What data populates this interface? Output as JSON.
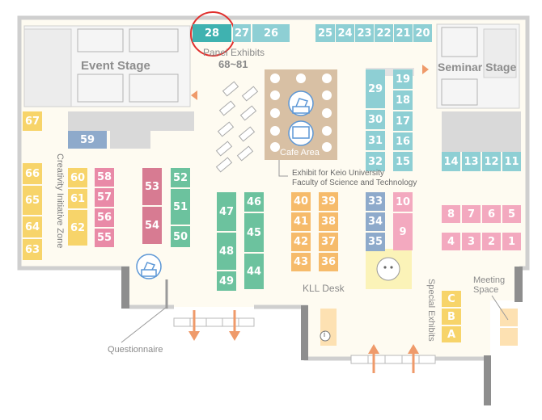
{
  "colors": {
    "teal": "#8ecfd4",
    "teal_dark": "#3fb2b0",
    "yellow": "#f7d46a",
    "orange": "#f6bb6b",
    "pink": "#e98aa7",
    "pink_light": "#f3a9bf",
    "rose": "#d77b92",
    "green": "#6cc29e",
    "blue": "#84aed3",
    "blue_gray": "#8eaacb",
    "highlight_circle": "#e0302e",
    "arrow": "#ef9a6a",
    "floor": "#fefbf1",
    "wall": "#c9c9c9"
  },
  "labels": {
    "event_stage": "Event Stage",
    "seminar_stage": "Seminar Stage",
    "panel_exhibits": "Panel Exhibits",
    "panel_range": "68~81",
    "cafe_area": "Cafe Area",
    "keio_line1": "Exhibit for Keio University",
    "keio_line2": "Faculty of Science and Technology",
    "creativity_zone": "Creativity Initiative Zone",
    "kll_desk": "KLL Desk",
    "special_exhibits": "Special Exhibits",
    "meeting_line1": "Meeting",
    "meeting_line2": "Space",
    "questionnaire": "Questionnaire",
    "info_icon_glyph": "i"
  },
  "booths": {
    "top_row": [
      "28",
      "27",
      "26",
      "25",
      "24",
      "23",
      "22",
      "21",
      "20"
    ],
    "left_yellow": [
      "67",
      "66",
      "65",
      "64",
      "63"
    ],
    "solo_blue": "59",
    "col_60_62": [
      "60",
      "61",
      "62"
    ],
    "col_58_55": [
      "58",
      "57",
      "56",
      "55"
    ],
    "col_53_54": [
      "53",
      "54"
    ],
    "col_52_50": [
      "52",
      "51",
      "50"
    ],
    "col_47_49": [
      "47",
      "48",
      "49"
    ],
    "col_46_44": [
      "46",
      "45",
      "44"
    ],
    "col_40_43": [
      "40",
      "41",
      "42",
      "43"
    ],
    "col_39_36": [
      "39",
      "38",
      "37",
      "36"
    ],
    "col_33_35": [
      "33",
      "34",
      "35"
    ],
    "col_10_9": [
      "10",
      "9"
    ],
    "col_29_32": [
      "29",
      "30",
      "31",
      "32"
    ],
    "col_19_15": [
      "19",
      "18",
      "17",
      "16",
      "15"
    ],
    "row_14_11": [
      "14",
      "13",
      "12",
      "11"
    ],
    "row_8_5": [
      "8",
      "7",
      "6",
      "5"
    ],
    "row_4_1": [
      "4",
      "3",
      "2",
      "1"
    ],
    "special_abc": [
      "C",
      "B",
      "A"
    ]
  }
}
